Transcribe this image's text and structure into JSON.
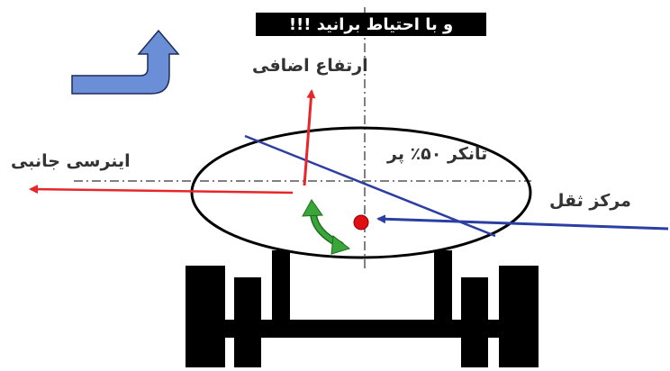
{
  "title_text": "و با احتياط برانيد !!!",
  "labels": {
    "extra_height": "ارتفاع اضافی",
    "lateral_inertia": "اینرسی جانبی",
    "tanker_half_full": "تانکر ۵۰٪ پر",
    "center_of_gravity": "مرکز ثقل"
  },
  "colors": {
    "red_vector": "#e8262a",
    "blue_vector": "#2b3fa3",
    "big_arrow_fill": "#6b8fd6",
    "rotation_arrow": "#3aa63a",
    "cg_dot": "#e10f12",
    "wheels": "#000000"
  },
  "icons": [
    "curved-turn-arrow-icon",
    "rotation-arrow-icon"
  ]
}
